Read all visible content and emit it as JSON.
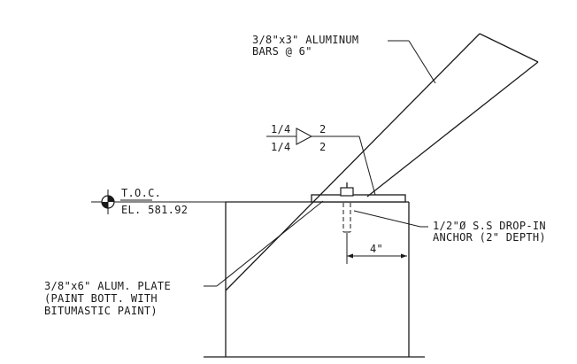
{
  "labels": {
    "aluminum_bars": [
      "3/8\"x3\" ALUMINUM",
      "BARS @ 6\""
    ],
    "weld_symbol": {
      "top_size": "1/4",
      "top_length": "2",
      "bottom_size": "1/4",
      "bottom_length": "2"
    },
    "toc": {
      "line1": "T.O.C.",
      "line2": "EL. 581.92"
    },
    "anchor": [
      "1/2\"Ø S.S DROP-IN",
      "ANCHOR (2\" DEPTH)"
    ],
    "dimension": "4\"",
    "plate": [
      "3/8\"x6\" ALUM. PLATE",
      "(PAINT BOTT. WITH",
      "BITUMASTIC PAINT)"
    ]
  }
}
